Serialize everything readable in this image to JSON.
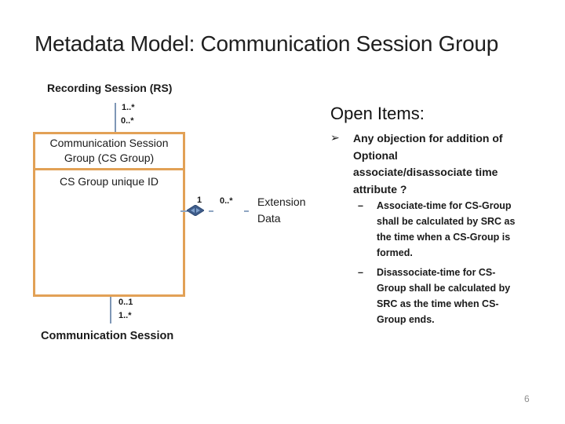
{
  "slide": {
    "title": "Metadata Model: Communication Session Group",
    "page_number": "6"
  },
  "diagram": {
    "top_entity_label": "Recording Session (RS)",
    "top_multiplicity_upper": "1..*",
    "top_multiplicity_lower": "0..*",
    "box": {
      "header": "Communication Session\nGroup (CS Group)",
      "attribute": "CS  Group unique ID"
    },
    "extension": {
      "multiplicity_left": "1",
      "multiplicity_right": "0..*",
      "label": "Extension\nData",
      "diamond_icon": "aggregation-diamond"
    },
    "bottom_multiplicity_upper": "0..1",
    "bottom_multiplicity_lower": "1..*",
    "bottom_entity_label": "Communication Session"
  },
  "open_items": {
    "heading": "Open Items:",
    "bullet_marker": "➢",
    "bullet_text": "Any objection for addition of\nOptional\nassociate/disassociate time\nattribute ?",
    "sub_bullet_marker": "–",
    "sub_bullets": [
      "Associate-time for CS-Group\nshall be calculated by SRC  as\nthe time when a CS-Group is\nformed.",
      "Disassociate-time for CS-\nGroup shall be calculated by\nSRC as the time when CS-\nGroup ends."
    ]
  },
  "colors": {
    "accent_orange": "#E2A156",
    "connector_blue": "#7E96B6",
    "diamond_blue": "#3E5C8A",
    "diamond_highlight": "#7FA1CC",
    "text_dark": "#1A1A1A",
    "page_number_gray": "#8F8F8F"
  }
}
